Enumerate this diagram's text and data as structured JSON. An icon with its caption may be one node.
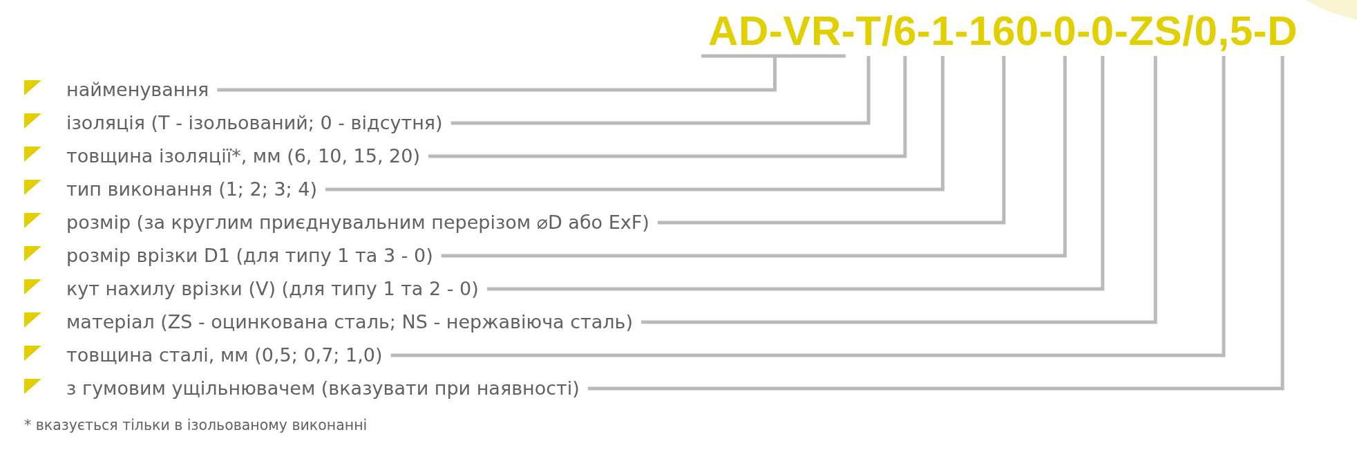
{
  "diagram": {
    "nodes": [
      {
        "text": [
          "AD-VR"
        ]
      },
      {
        "text": [
          "T"
        ]
      },
      {
        "text": [
          "6"
        ]
      },
      {
        "text": [
          "1"
        ]
      },
      {
        "text": [
          "160"
        ]
      },
      {
        "text": [
          "0"
        ]
      },
      {
        "text": [
          "0"
        ]
      },
      {
        "text": [
          "ZS"
        ]
      },
      {
        "text": [
          "0,5"
        ]
      },
      {
        "text": [
          "D"
        ]
      },
      {
        "text": [
          "найменування"
        ]
      },
      {
        "text": [
          "ізоляція (T - ізольований; 0 - відсутня)"
        ]
      },
      {
        "text": [
          "товщина ізоляції*, мм (6, 10, 15, 20)"
        ]
      },
      {
        "text": [
          "тип виконання (1; 2; 3; 4)"
        ]
      },
      {
        "text": [
          "розмір (за круглим приєднувальним перерізом ⌀D або ExF)"
        ]
      },
      {
        "text": [
          "розмір врізки D1 (для типу 1 та 3 - 0)"
        ]
      },
      {
        "text": [
          "кут нахилу врізки (V) (для типу 1 та 2 - 0)"
        ]
      },
      {
        "text": [
          "матеріал (ZS - оцинкована сталь; NS - нержавіюча сталь)"
        ]
      },
      {
        "text": [
          "товщина сталі, мм (0,5; 0,7; 1,0)"
        ]
      },
      {
        "text": [
          "з гумовим ущільнювачем (вказувати при наявності)"
        ]
      }
    ],
    "edges": [
      {
        "from": 10,
        "to": 0,
        "arrow": "none"
      },
      {
        "from": 11,
        "to": 1,
        "arrow": "none"
      },
      {
        "from": 12,
        "to": 2,
        "arrow": "none"
      },
      {
        "from": 13,
        "to": 3,
        "arrow": "none"
      },
      {
        "from": 14,
        "to": 4,
        "arrow": "none"
      },
      {
        "from": 15,
        "to": 5,
        "arrow": "none"
      },
      {
        "from": 16,
        "to": 6,
        "arrow": "none"
      },
      {
        "from": 17,
        "to": 7,
        "arrow": "none"
      },
      {
        "from": 18,
        "to": 8,
        "arrow": "none"
      },
      {
        "from": 19,
        "to": 9,
        "arrow": "none"
      }
    ],
    "labels": [
      "-",
      "/",
      "-",
      "-",
      "-",
      "-",
      "-",
      "/",
      "-",
      "* вказується тільки в ізольованому виконанні"
    ]
  }
}
